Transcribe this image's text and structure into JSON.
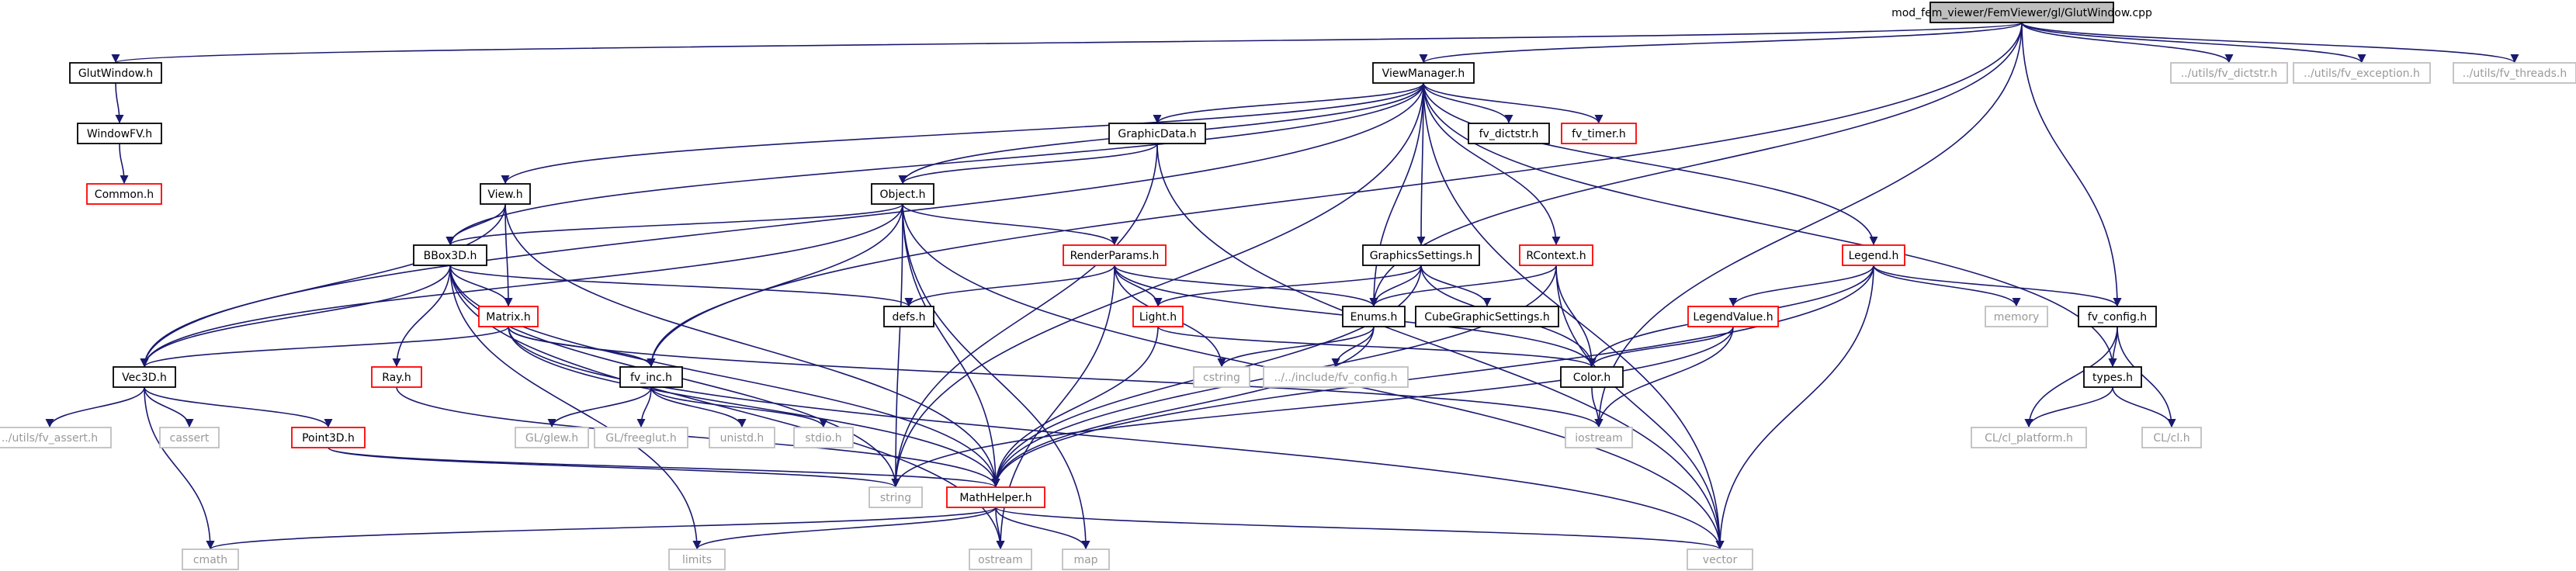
{
  "colors": {
    "edge": "#191970",
    "text_normal": "#000000",
    "text_external": "#999999",
    "border_normal": "#000000",
    "border_missing": "#ff0000",
    "border_external": "#bfbfbf",
    "root_fill": "#bfbfbf",
    "fill": "#ffffff"
  },
  "nodes": [
    {
      "id": "root",
      "label": "mod_fem_viewer/FemViewer/gl/GlutWindow.cpp",
      "kind": "root"
    },
    {
      "id": "GlutWindow_h",
      "label": "GlutWindow.h",
      "kind": "normal"
    },
    {
      "id": "WindowFV_h",
      "label": "WindowFV.h",
      "kind": "normal"
    },
    {
      "id": "Common_h",
      "label": "Common.h",
      "kind": "missing"
    },
    {
      "id": "ViewManager_h",
      "label": "ViewManager.h",
      "kind": "normal"
    },
    {
      "id": "fv_dictstr_root",
      "label": "../utils/fv_dictstr.h",
      "kind": "external"
    },
    {
      "id": "fv_exception",
      "label": "../utils/fv_exception.h",
      "kind": "external"
    },
    {
      "id": "fv_threads",
      "label": "../utils/fv_threads.h",
      "kind": "external"
    },
    {
      "id": "GraphicData_h",
      "label": "GraphicData.h",
      "kind": "normal"
    },
    {
      "id": "fv_dictstr_h",
      "label": "fv_dictstr.h",
      "kind": "normal"
    },
    {
      "id": "fv_timer_h",
      "label": "fv_timer.h",
      "kind": "missing"
    },
    {
      "id": "View_h",
      "label": "View.h",
      "kind": "normal"
    },
    {
      "id": "Object_h",
      "label": "Object.h",
      "kind": "normal"
    },
    {
      "id": "BBox3D_h",
      "label": "BBox3D.h",
      "kind": "normal"
    },
    {
      "id": "RenderParams_h",
      "label": "RenderParams.h",
      "kind": "missing"
    },
    {
      "id": "GraphicsSettings_h",
      "label": "GraphicsSettings.h",
      "kind": "normal"
    },
    {
      "id": "RContext_h",
      "label": "RContext.h",
      "kind": "missing"
    },
    {
      "id": "Legend_h",
      "label": "Legend.h",
      "kind": "missing"
    },
    {
      "id": "Matrix_h",
      "label": "Matrix.h",
      "kind": "missing"
    },
    {
      "id": "defs_h",
      "label": "defs.h",
      "kind": "normal"
    },
    {
      "id": "Light_h",
      "label": "Light.h",
      "kind": "missing"
    },
    {
      "id": "Enums_h",
      "label": "Enums.h",
      "kind": "normal"
    },
    {
      "id": "CubeGraphicSettings_h",
      "label": "CubeGraphicSettings.h",
      "kind": "normal"
    },
    {
      "id": "LegendValue_h",
      "label": "LegendValue.h",
      "kind": "missing"
    },
    {
      "id": "memory",
      "label": "memory",
      "kind": "external"
    },
    {
      "id": "fv_config_h",
      "label": "fv_config.h",
      "kind": "normal"
    },
    {
      "id": "Vec3D_h",
      "label": "Vec3D.h",
      "kind": "normal"
    },
    {
      "id": "Ray_h",
      "label": "Ray.h",
      "kind": "missing"
    },
    {
      "id": "fv_inc_h",
      "label": "fv_inc.h",
      "kind": "normal"
    },
    {
      "id": "cstring",
      "label": "cstring",
      "kind": "external"
    },
    {
      "id": "include_fv_config",
      "label": "../../include/fv_config.h",
      "kind": "external"
    },
    {
      "id": "Color_h",
      "label": "Color.h",
      "kind": "normal"
    },
    {
      "id": "types_h",
      "label": "types.h",
      "kind": "normal"
    },
    {
      "id": "fv_assert",
      "label": "../utils/fv_assert.h",
      "kind": "external"
    },
    {
      "id": "cassert",
      "label": "cassert",
      "kind": "external"
    },
    {
      "id": "Point3D_h",
      "label": "Point3D.h",
      "kind": "missing"
    },
    {
      "id": "GL_glew",
      "label": "GL/glew.h",
      "kind": "external"
    },
    {
      "id": "GL_freeglut",
      "label": "GL/freeglut.h",
      "kind": "external"
    },
    {
      "id": "unistd",
      "label": "unistd.h",
      "kind": "external"
    },
    {
      "id": "stdio",
      "label": "stdio.h",
      "kind": "external"
    },
    {
      "id": "iostream",
      "label": "iostream",
      "kind": "external"
    },
    {
      "id": "CL_platform",
      "label": "CL/cl_platform.h",
      "kind": "external"
    },
    {
      "id": "CL_cl",
      "label": "CL/cl.h",
      "kind": "external"
    },
    {
      "id": "string",
      "label": "string",
      "kind": "external"
    },
    {
      "id": "MathHelper_h",
      "label": "MathHelper.h",
      "kind": "missing"
    },
    {
      "id": "cmath",
      "label": "cmath",
      "kind": "external"
    },
    {
      "id": "limits",
      "label": "limits",
      "kind": "external"
    },
    {
      "id": "ostream",
      "label": "ostream",
      "kind": "external"
    },
    {
      "id": "map",
      "label": "map",
      "kind": "external"
    },
    {
      "id": "vector",
      "label": "vector",
      "kind": "external"
    }
  ],
  "edges": [
    [
      "root",
      "GlutWindow_h"
    ],
    [
      "root",
      "ViewManager_h"
    ],
    [
      "root",
      "fv_dictstr_root"
    ],
    [
      "root",
      "fv_exception"
    ],
    [
      "root",
      "fv_threads"
    ],
    [
      "root",
      "Enums_h"
    ],
    [
      "root",
      "fv_inc_h"
    ],
    [
      "root",
      "fv_config_h"
    ],
    [
      "root",
      "iostream"
    ],
    [
      "GlutWindow_h",
      "WindowFV_h"
    ],
    [
      "WindowFV_h",
      "Common_h"
    ],
    [
      "ViewManager_h",
      "GraphicData_h"
    ],
    [
      "ViewManager_h",
      "fv_dictstr_h"
    ],
    [
      "ViewManager_h",
      "fv_timer_h"
    ],
    [
      "ViewManager_h",
      "View_h"
    ],
    [
      "ViewManager_h",
      "Object_h"
    ],
    [
      "ViewManager_h",
      "BBox3D_h"
    ],
    [
      "ViewManager_h",
      "Vec3D_h"
    ],
    [
      "ViewManager_h",
      "string"
    ],
    [
      "ViewManager_h",
      "GraphicsSettings_h"
    ],
    [
      "ViewManager_h",
      "RContext_h"
    ],
    [
      "ViewManager_h",
      "Legend_h"
    ],
    [
      "ViewManager_h",
      "Enums_h"
    ],
    [
      "ViewManager_h",
      "types_h"
    ],
    [
      "ViewManager_h",
      "vector"
    ],
    [
      "GraphicData_h",
      "Object_h"
    ],
    [
      "GraphicData_h",
      "string"
    ],
    [
      "GraphicData_h",
      "vector"
    ],
    [
      "View_h",
      "BBox3D_h"
    ],
    [
      "View_h",
      "Matrix_h"
    ],
    [
      "View_h",
      "Vec3D_h"
    ],
    [
      "View_h",
      "MathHelper_h"
    ],
    [
      "Object_h",
      "BBox3D_h"
    ],
    [
      "Object_h",
      "RenderParams_h"
    ],
    [
      "Object_h",
      "fv_inc_h"
    ],
    [
      "Object_h",
      "string"
    ],
    [
      "Object_h",
      "MathHelper_h"
    ],
    [
      "Object_h",
      "map"
    ],
    [
      "Object_h",
      "vector"
    ],
    [
      "Object_h",
      "Vec3D_h"
    ],
    [
      "BBox3D_h",
      "Vec3D_h"
    ],
    [
      "BBox3D_h",
      "Matrix_h"
    ],
    [
      "BBox3D_h",
      "Ray_h"
    ],
    [
      "BBox3D_h",
      "defs_h"
    ],
    [
      "BBox3D_h",
      "string"
    ],
    [
      "BBox3D_h",
      "MathHelper_h"
    ],
    [
      "BBox3D_h",
      "limits"
    ],
    [
      "BBox3D_h",
      "ostream"
    ],
    [
      "RenderParams_h",
      "defs_h"
    ],
    [
      "RenderParams_h",
      "Light_h"
    ],
    [
      "RenderParams_h",
      "Enums_h"
    ],
    [
      "RenderParams_h",
      "Color_h"
    ],
    [
      "RenderParams_h",
      "cstring"
    ],
    [
      "RenderParams_h",
      "ostream"
    ],
    [
      "GraphicsSettings_h",
      "Light_h"
    ],
    [
      "GraphicsSettings_h",
      "Enums_h"
    ],
    [
      "GraphicsSettings_h",
      "CubeGraphicSettings_h"
    ],
    [
      "GraphicsSettings_h",
      "Color_h"
    ],
    [
      "GraphicsSettings_h",
      "MathHelper_h"
    ],
    [
      "RContext_h",
      "Enums_h"
    ],
    [
      "RContext_h",
      "Color_h"
    ],
    [
      "RContext_h",
      "MathHelper_h"
    ],
    [
      "RContext_h",
      "vector"
    ],
    [
      "Legend_h",
      "LegendValue_h"
    ],
    [
      "Legend_h",
      "memory"
    ],
    [
      "Legend_h",
      "fv_config_h"
    ],
    [
      "Legend_h",
      "Color_h"
    ],
    [
      "Legend_h",
      "MathHelper_h"
    ],
    [
      "Legend_h",
      "vector"
    ],
    [
      "Matrix_h",
      "Vec3D_h"
    ],
    [
      "Matrix_h",
      "fv_inc_h"
    ],
    [
      "Matrix_h",
      "MathHelper_h"
    ],
    [
      "Matrix_h",
      "iostream"
    ],
    [
      "Matrix_h",
      "vector"
    ],
    [
      "Light_h",
      "Color_h"
    ],
    [
      "Light_h",
      "MathHelper_h"
    ],
    [
      "Enums_h",
      "cstring"
    ],
    [
      "Enums_h",
      "include_fv_config"
    ],
    [
      "Enums_h",
      "MathHelper_h"
    ],
    [
      "LegendValue_h",
      "Color_h"
    ],
    [
      "LegendValue_h",
      "iostream"
    ],
    [
      "LegendValue_h",
      "string"
    ],
    [
      "fv_config_h",
      "types_h"
    ],
    [
      "fv_config_h",
      "CL_platform"
    ],
    [
      "fv_config_h",
      "CL_cl"
    ],
    [
      "Vec3D_h",
      "fv_assert"
    ],
    [
      "Vec3D_h",
      "cassert"
    ],
    [
      "Vec3D_h",
      "Point3D_h"
    ],
    [
      "Vec3D_h",
      "cmath"
    ],
    [
      "Ray_h",
      "MathHelper_h"
    ],
    [
      "fv_inc_h",
      "GL_glew"
    ],
    [
      "fv_inc_h",
      "GL_freeglut"
    ],
    [
      "fv_inc_h",
      "unistd"
    ],
    [
      "fv_inc_h",
      "stdio"
    ],
    [
      "Color_h",
      "iostream"
    ],
    [
      "types_h",
      "CL_platform"
    ],
    [
      "types_h",
      "CL_cl"
    ],
    [
      "Point3D_h",
      "string"
    ],
    [
      "Point3D_h",
      "MathHelper_h"
    ],
    [
      "MathHelper_h",
      "cmath"
    ],
    [
      "MathHelper_h",
      "limits"
    ],
    [
      "MathHelper_h",
      "ostream"
    ],
    [
      "MathHelper_h",
      "map"
    ],
    [
      "MathHelper_h",
      "vector"
    ]
  ]
}
